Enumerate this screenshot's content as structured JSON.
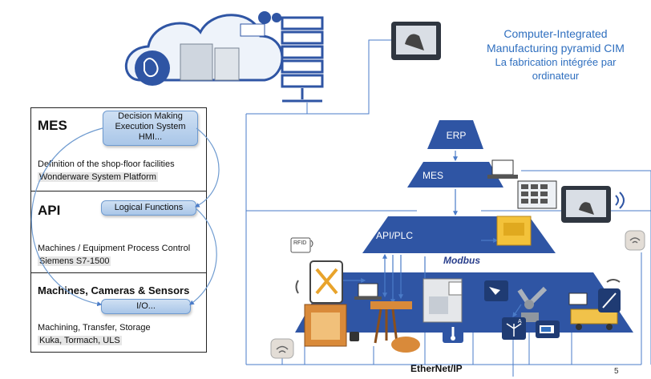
{
  "title": {
    "line1": "Computer-Integrated",
    "line2": "Manufacturing pyramid CIM",
    "line3": "La fabrication intégrée par",
    "line4": "ordinateur"
  },
  "levels": [
    {
      "name": "MES",
      "bubble": [
        "Decision Making",
        "Execution System",
        "HMI..."
      ],
      "description": "Definition of the shop-floor facilities",
      "example": "Wonderware System Platform"
    },
    {
      "name": "API",
      "bubble": [
        "Logical Functions"
      ],
      "description": "Machines / Equipment Process Control",
      "example": "Siemens S7-1500"
    },
    {
      "name": "Machines, Cameras & Sensors",
      "bubble": [
        "I/O..."
      ],
      "description": "Machining, Transfer, Storage",
      "example": "Kuka, Tormach, ULS"
    }
  ],
  "pyramid": {
    "tiers": [
      "ERP",
      "MES",
      "API/PLC"
    ],
    "colors": {
      "tier": "#2f55a4",
      "accent": "#2f6fbf",
      "line": "#4a7bc8"
    }
  },
  "labels": {
    "rfid": "RFID",
    "modbus": "Modbus",
    "ethernet": "EtherNet/IP",
    "robot_axis": "A"
  },
  "page_number": "5"
}
